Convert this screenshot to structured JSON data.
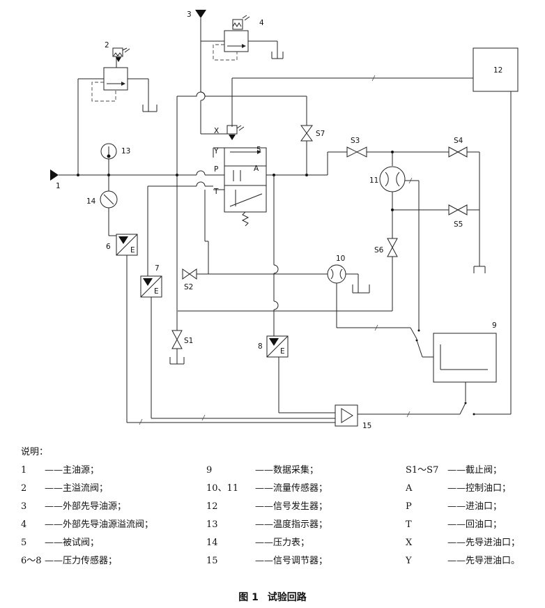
{
  "labels": {
    "n1": "1",
    "n2": "2",
    "n3": "3",
    "n4": "4",
    "n5": "5",
    "n6": "6",
    "n7": "7",
    "n8": "8",
    "n9": "9",
    "n10": "10",
    "n11": "11",
    "n12": "12",
    "n13": "13",
    "n14": "14",
    "n15": "15",
    "s1": "S1",
    "s2": "S2",
    "s3": "S3",
    "s4": "S4",
    "s5": "S5",
    "s6": "S6",
    "s7": "S7",
    "port_x": "X",
    "port_y": "Y",
    "port_p": "P",
    "port_t": "T",
    "port_a": "A",
    "sensor_e": "E"
  },
  "legend": {
    "title": "说明：",
    "col1": [
      {
        "key": "1",
        "dash": "——",
        "desc": "主油源；"
      },
      {
        "key": "2",
        "dash": "——",
        "desc": "主溢流阀；"
      },
      {
        "key": "3",
        "dash": "——",
        "desc": "外部先导油源；"
      },
      {
        "key": "4",
        "dash": "——",
        "desc": "外部先导油源溢流阀；"
      },
      {
        "key": "5",
        "dash": "——",
        "desc": "被试阀；"
      },
      {
        "key": "6～8",
        "dash": "——",
        "desc": "压力传感器；"
      }
    ],
    "col2": [
      {
        "key": "9",
        "dash": "——",
        "desc": "数据采集；"
      },
      {
        "key": "10、11",
        "dash": "——",
        "desc": "流量传感器；"
      },
      {
        "key": "12",
        "dash": "——",
        "desc": "信号发生器；"
      },
      {
        "key": "13",
        "dash": "——",
        "desc": "温度指示器；"
      },
      {
        "key": "14",
        "dash": "——",
        "desc": "压力表；"
      },
      {
        "key": "15",
        "dash": "——",
        "desc": "信号调节器；"
      }
    ],
    "col3": [
      {
        "key": "S1～S7",
        "dash": "——",
        "desc": "截止阀；"
      },
      {
        "key": "A",
        "dash": "——",
        "desc": "控制油口；"
      },
      {
        "key": "P",
        "dash": "——",
        "desc": "进油口；"
      },
      {
        "key": "T",
        "dash": "——",
        "desc": "回油口；"
      },
      {
        "key": "X",
        "dash": "——",
        "desc": "先导进油口；"
      },
      {
        "key": "Y",
        "dash": "——",
        "desc": "先导泄油口。"
      }
    ]
  },
  "caption": {
    "fig": "图 1",
    "title": "试验回路"
  }
}
